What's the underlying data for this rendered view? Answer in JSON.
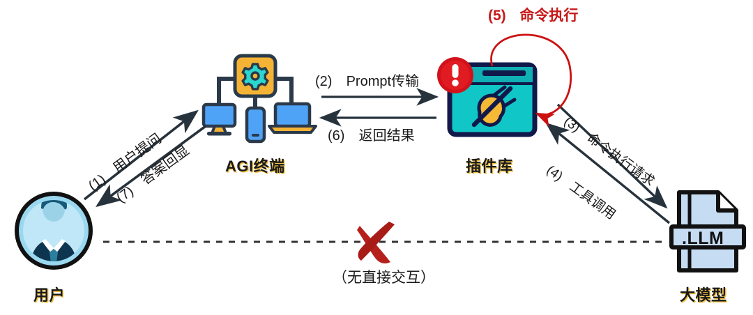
{
  "diagram": {
    "title_present": false,
    "nodes": [
      {
        "id": "user",
        "label": "用户",
        "icon": "user-avatar-icon"
      },
      {
        "id": "agi",
        "label": "AGI终端",
        "icon": "agi-terminal-icon"
      },
      {
        "id": "plugin",
        "label": "插件库",
        "icon": "plugin-library-icon"
      },
      {
        "id": "llm",
        "label": "大模型",
        "icon": "llm-file-icon"
      }
    ],
    "llm_file_extension": ".LLM",
    "edges": [
      {
        "id": "e1",
        "number": "(1)",
        "text": "用户提问",
        "from": "user",
        "to": "agi",
        "color": "#1a1a1a"
      },
      {
        "id": "e7",
        "number": "(7)",
        "text": "答案回显",
        "from": "agi",
        "to": "user",
        "color": "#1a1a1a"
      },
      {
        "id": "e2",
        "number": "(2)",
        "text": "Prompt传输",
        "from": "agi",
        "to": "plugin",
        "color": "#1a1a1a"
      },
      {
        "id": "e6",
        "number": "(6)",
        "text": "返回结果",
        "from": "plugin",
        "to": "agi",
        "color": "#1a1a1a"
      },
      {
        "id": "e3",
        "number": "(3)",
        "text": "命令执行请求",
        "from": "plugin",
        "to": "llm",
        "color": "#1a1a1a"
      },
      {
        "id": "e4",
        "number": "(4)",
        "text": "工具调用",
        "from": "llm",
        "to": "plugin",
        "color": "#1a1a1a"
      },
      {
        "id": "e5",
        "number": "(5)",
        "text": "命令执行",
        "from": "plugin",
        "to": "plugin",
        "color": "#cc1111"
      }
    ],
    "no_interaction": {
      "label": "（无直接交互）",
      "marker": "red-cross-icon",
      "line_style": "dashed",
      "from": "user",
      "to": "llm"
    },
    "colors": {
      "accent_orange": "#F5B335",
      "accent_teal": "#2BD6CE",
      "accent_blue": "#4FA3F7",
      "navy": "#10194A",
      "dark_slate": "#2B3A4A",
      "alert_red": "#CC1111",
      "cross_red": "#B5201C",
      "llm_blue": "#BDD7F0",
      "avatar_blue": "#AEE0F5",
      "label_shadow": "#F0C040"
    }
  }
}
